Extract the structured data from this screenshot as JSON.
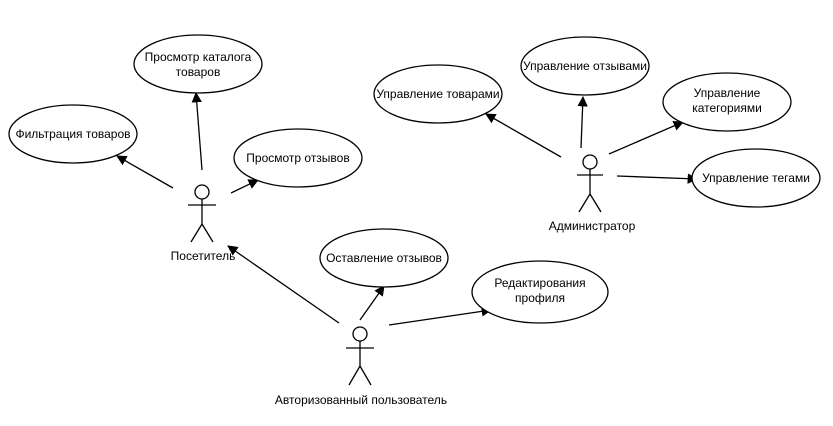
{
  "diagram": {
    "actors": {
      "visitor": "Посетитель",
      "admin": "Администратор",
      "auth_user": "Авторизованный пользователь"
    },
    "use_cases": {
      "view_catalog": [
        "Просмотр каталога",
        "товаров"
      ],
      "filter_products": [
        "Фильтрация товаров"
      ],
      "view_reviews": [
        "Просмотр отзывов"
      ],
      "leave_reviews": [
        "Оставление отзывов"
      ],
      "edit_profile": [
        "Редактирования",
        "профиля"
      ],
      "manage_products": [
        "Управление товарами"
      ],
      "manage_reviews": [
        "Управление отзывами"
      ],
      "manage_categories": [
        "Управление",
        "категориями"
      ],
      "manage_tags": [
        "Управление тегами"
      ]
    }
  }
}
